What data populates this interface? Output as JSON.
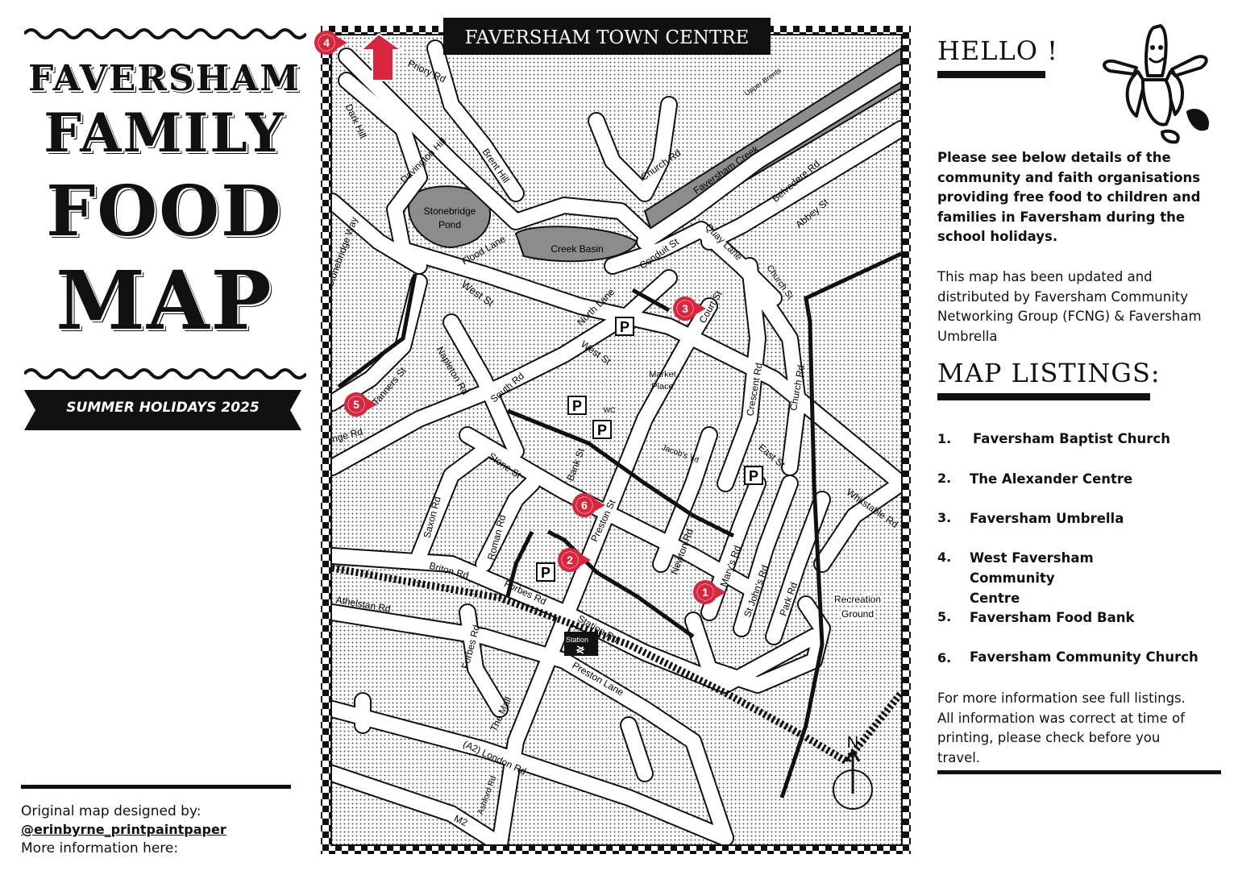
{
  "poster": {
    "title_lines": [
      "FAVERSHAM",
      "FAMILY",
      "FOOD",
      "MAP"
    ],
    "subtitle": "SUMMER HOLIDAYS 2025",
    "credit_label": "Original map designed by:",
    "credit_handle": "@erinbyrne_printpaintpaper",
    "more_info": "More information here:"
  },
  "map": {
    "title": "FAVERSHAM TOWN CENTRE",
    "street_labels": [
      "Priory Rd",
      "Dark Hill",
      "Davington Hill",
      "Brent Hill",
      "Stonebridge",
      "Pond",
      "Flood Lane",
      "Creek Basin",
      "Church Rd",
      "Faversham Creek",
      "Upper Brents",
      "Belvedere Rd",
      "Abbey St",
      "Conduit St",
      "Quay Lane",
      "Church St",
      "Stonebridge Way",
      "West St",
      "North Lane",
      "Court St",
      "West St",
      "Market",
      "Place",
      "Crescent Rd",
      "Church Rd",
      "Tanners St",
      "Napleton Rd",
      "South Rd",
      "Bank St",
      "Jacob's Yd",
      "East St",
      "Stone St",
      "Saxon Rd",
      "Roman Rd",
      "Preston St",
      "Newton Rd",
      "Mary's Rd",
      "St John's Rd",
      "Park Rd",
      "Whitstable Rd",
      "Recreation",
      "Ground",
      "nge Rd",
      "Briton Rd",
      "Athelstan Rd",
      "Forbes Rd",
      "Station Rd",
      "Forbes Rd",
      "Preston Lane",
      "The Mall",
      "(A2) London Rd",
      "Ashford Rd",
      "M2",
      "Station",
      "WC"
    ],
    "parking_label": "P",
    "north_label": "N",
    "markers": [
      "1",
      "2",
      "3",
      "4",
      "5",
      "6"
    ],
    "marker_color": "#d7263d",
    "water_color": "#8c8c8c"
  },
  "intro": {
    "heading": "HELLO !",
    "paragraph1": "Please see below details of the community and faith organisations providing free food to children and families in Faversham during the school holidays.",
    "paragraph2": "This map has been updated  and distributed by Faversham Community Networking Group (FCNG) & Faversham Umbrella"
  },
  "listings": {
    "heading": "MAP LISTINGS:",
    "items": [
      {
        "num": "1.",
        "name": "Faversham Baptist Church"
      },
      {
        "num": "2.",
        "name": "The Alexander Centre"
      },
      {
        "num": "3.",
        "name": "Faversham Umbrella"
      },
      {
        "num": "4.",
        "name": "West Faversham Community Centre"
      },
      {
        "num": "5.",
        "name": "Faversham Food Bank"
      },
      {
        "num": "6.",
        "name": "Faversham Community Church"
      }
    ],
    "footer": "For more information see full listings. All information was correct at time of printing,  please check before you travel."
  }
}
